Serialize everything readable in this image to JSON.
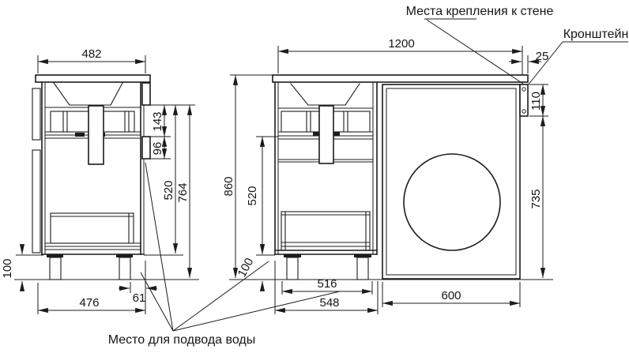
{
  "annotations": {
    "wall_mount": "Места крепления к стене",
    "bracket": "Кронштейн",
    "water_supply": "Место для подвода воды"
  },
  "side_view": {
    "dims": {
      "top_width": "482",
      "rear_upper": "143",
      "rear_cutout": "96",
      "mid_height": "520",
      "body_height": "764",
      "leg_height": "100",
      "base_depth": "476",
      "rear_offset": "61"
    }
  },
  "front_view": {
    "dims": {
      "total_width": "1200",
      "overhang": "25",
      "bracket_height": "110",
      "total_height": "860",
      "mid_height": "520",
      "side_height": "735",
      "inner_width": "516",
      "cabinet_width": "548",
      "washer_width": "600",
      "leg_height": "100"
    }
  }
}
